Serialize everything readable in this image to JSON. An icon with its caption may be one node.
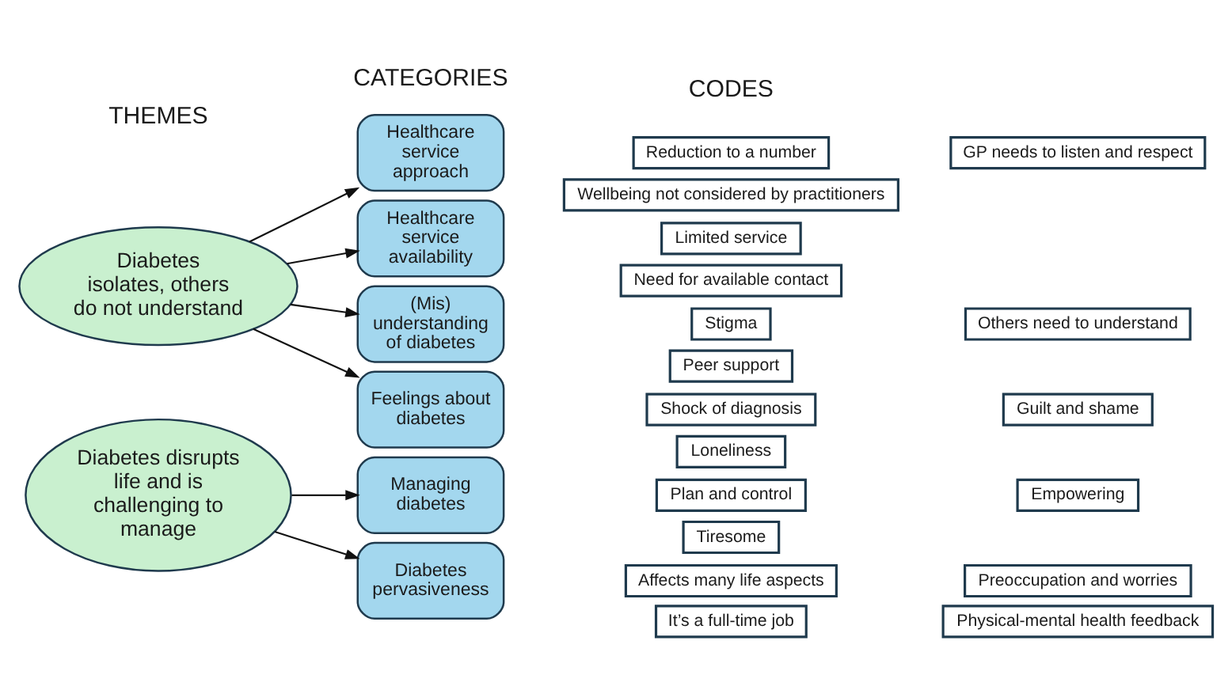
{
  "diagram": {
    "nodes": [
      {
        "text": [
          "Diabetes isolates, others do not understand"
        ]
      },
      {
        "text": [
          "Diabetes disrupts life and is challenging to manage"
        ]
      },
      {
        "text": [
          "Healthcare service approach"
        ]
      },
      {
        "text": [
          "Healthcare service availability"
        ]
      },
      {
        "text": [
          "(Mis) understanding of diabetes"
        ]
      },
      {
        "text": [
          "Feelings about diabetes"
        ]
      },
      {
        "text": [
          "Managing diabetes"
        ]
      },
      {
        "text": [
          "Diabetes pervasiveness"
        ]
      },
      {
        "text": [
          "Reduction to a number"
        ]
      },
      {
        "text": [
          "GP needs to listen and respect"
        ]
      },
      {
        "text": [
          "Wellbeing not considered by practitioners"
        ]
      },
      {
        "text": [
          "Limited service"
        ]
      },
      {
        "text": [
          "Need for available contact"
        ]
      },
      {
        "text": [
          "Stigma"
        ]
      },
      {
        "text": [
          "Others need to understand"
        ]
      },
      {
        "text": [
          "Peer support"
        ]
      },
      {
        "text": [
          "Shock of diagnosis"
        ]
      },
      {
        "text": [
          "Guilt and shame"
        ]
      },
      {
        "text": [
          "Loneliness"
        ]
      },
      {
        "text": [
          "Plan and control"
        ]
      },
      {
        "text": [
          "Empowering"
        ]
      },
      {
        "text": [
          "Tiresome"
        ]
      },
      {
        "text": [
          "Affects many life aspects"
        ]
      },
      {
        "text": [
          "Preoccupation and worries"
        ]
      },
      {
        "text": [
          "It’s a full-time job"
        ]
      },
      {
        "text": [
          "Physical-mental health feedback"
        ]
      }
    ],
    "edges": [
      {
        "from": 0,
        "to": 2,
        "arrow": "to"
      },
      {
        "from": 0,
        "to": 3,
        "arrow": "to"
      },
      {
        "from": 0,
        "to": 4,
        "arrow": "to"
      },
      {
        "from": 0,
        "to": 5,
        "arrow": "to"
      },
      {
        "from": 1,
        "to": 6,
        "arrow": "to"
      },
      {
        "from": 1,
        "to": 7,
        "arrow": "to"
      }
    ],
    "labels": [
      "THEMES",
      "CATEGORIES",
      "CODES"
    ]
  }
}
